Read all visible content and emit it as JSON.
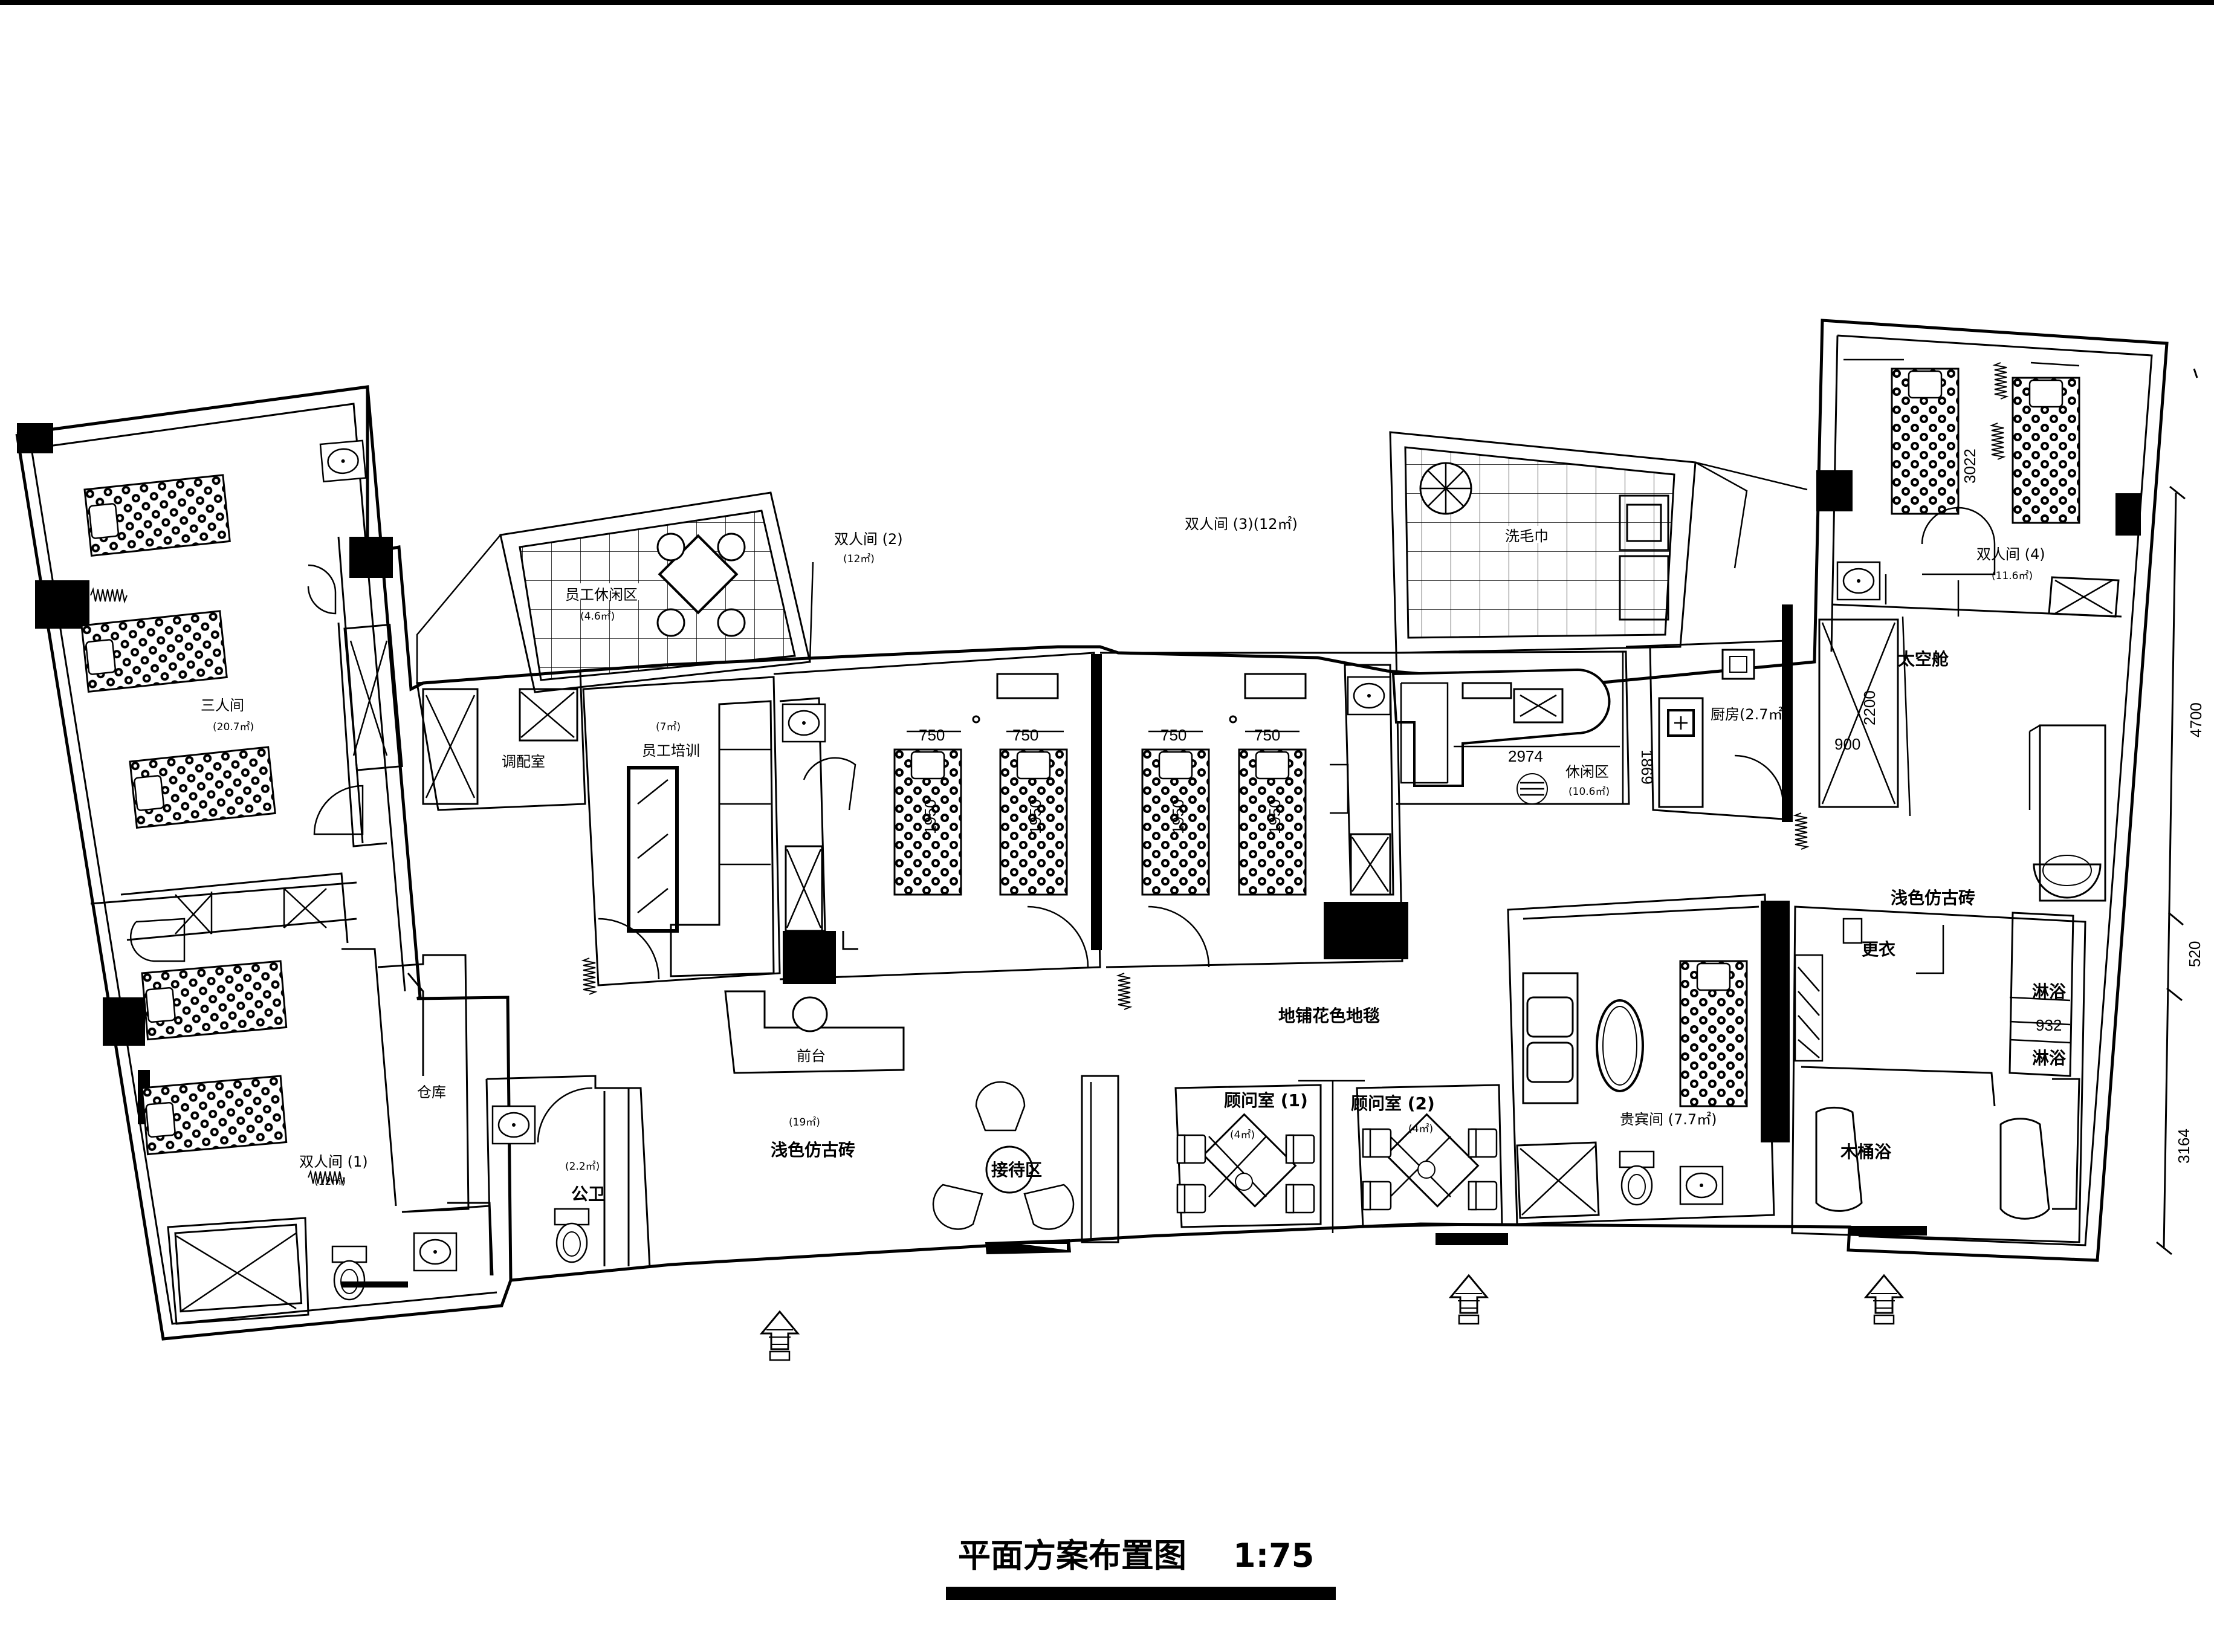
{
  "drawing_title": "平面方案布置图",
  "drawing_scale": "1:75",
  "rooms": {
    "triple_room": "三人间",
    "triple_room_area": "(20.7㎡)",
    "double_room_1": "双人间 (1)",
    "double_room_1_area": "(12㎡)",
    "double_room_2": "双人间 (2)",
    "double_room_2_area": "(12㎡)",
    "double_room_3": "双人间 (3)(12㎡)",
    "double_room_4": "双人间 (4)",
    "double_room_4_area": "(11.6㎡)",
    "staff_lounge": "员工休闲区",
    "staff_lounge_area": "(4.6㎡)",
    "staff_training_area": "(7㎡)",
    "staff_training": "员工培训",
    "mixing_room": "调配室",
    "warehouse": "仓库",
    "public_toilet_area": "(2.2㎡)",
    "public_toilet": "公卫",
    "front_desk": "前台",
    "lobby_area": "(19㎡)",
    "lobby_floor": "浅色仿古砖",
    "reception": "接待区",
    "carpet": "地铺花色地毯",
    "consult_1": "顾问室 (1)",
    "consult_1_area": "(4㎡)",
    "consult_2": "顾问室 (2)",
    "consult_2_area": "(4㎡)",
    "towel_wash": "洗毛巾",
    "lounge": "休闲区",
    "lounge_area": "(10.6㎡)",
    "kitchen": "厨房(2.7㎡)",
    "space_capsule": "太空舱",
    "right_floor": "浅色仿古砖",
    "dressing": "更衣",
    "shower_1": "淋浴",
    "shower_2": "淋浴",
    "vip_room": "贵宾间 (7.7㎡)",
    "wood_bath": "木桶浴"
  },
  "dimensions": {
    "bed_w_1": "750",
    "bed_w_2": "750",
    "bed_w_3": "750",
    "bed_w_4": "750",
    "bed_l_1": "1950",
    "bed_l_2": "1950",
    "bed_l_3": "1950",
    "bed_l_4": "1950",
    "lounge_w": "2974",
    "lounge_h": "1869",
    "capsule_h": "2200",
    "capsule_w": "900",
    "room4_bed": "3022",
    "shower_w": "932",
    "right_total": "4700",
    "right_mid": "520",
    "right_low": "3164"
  },
  "colors": {
    "line": "#000000",
    "background": "#ffffff"
  }
}
